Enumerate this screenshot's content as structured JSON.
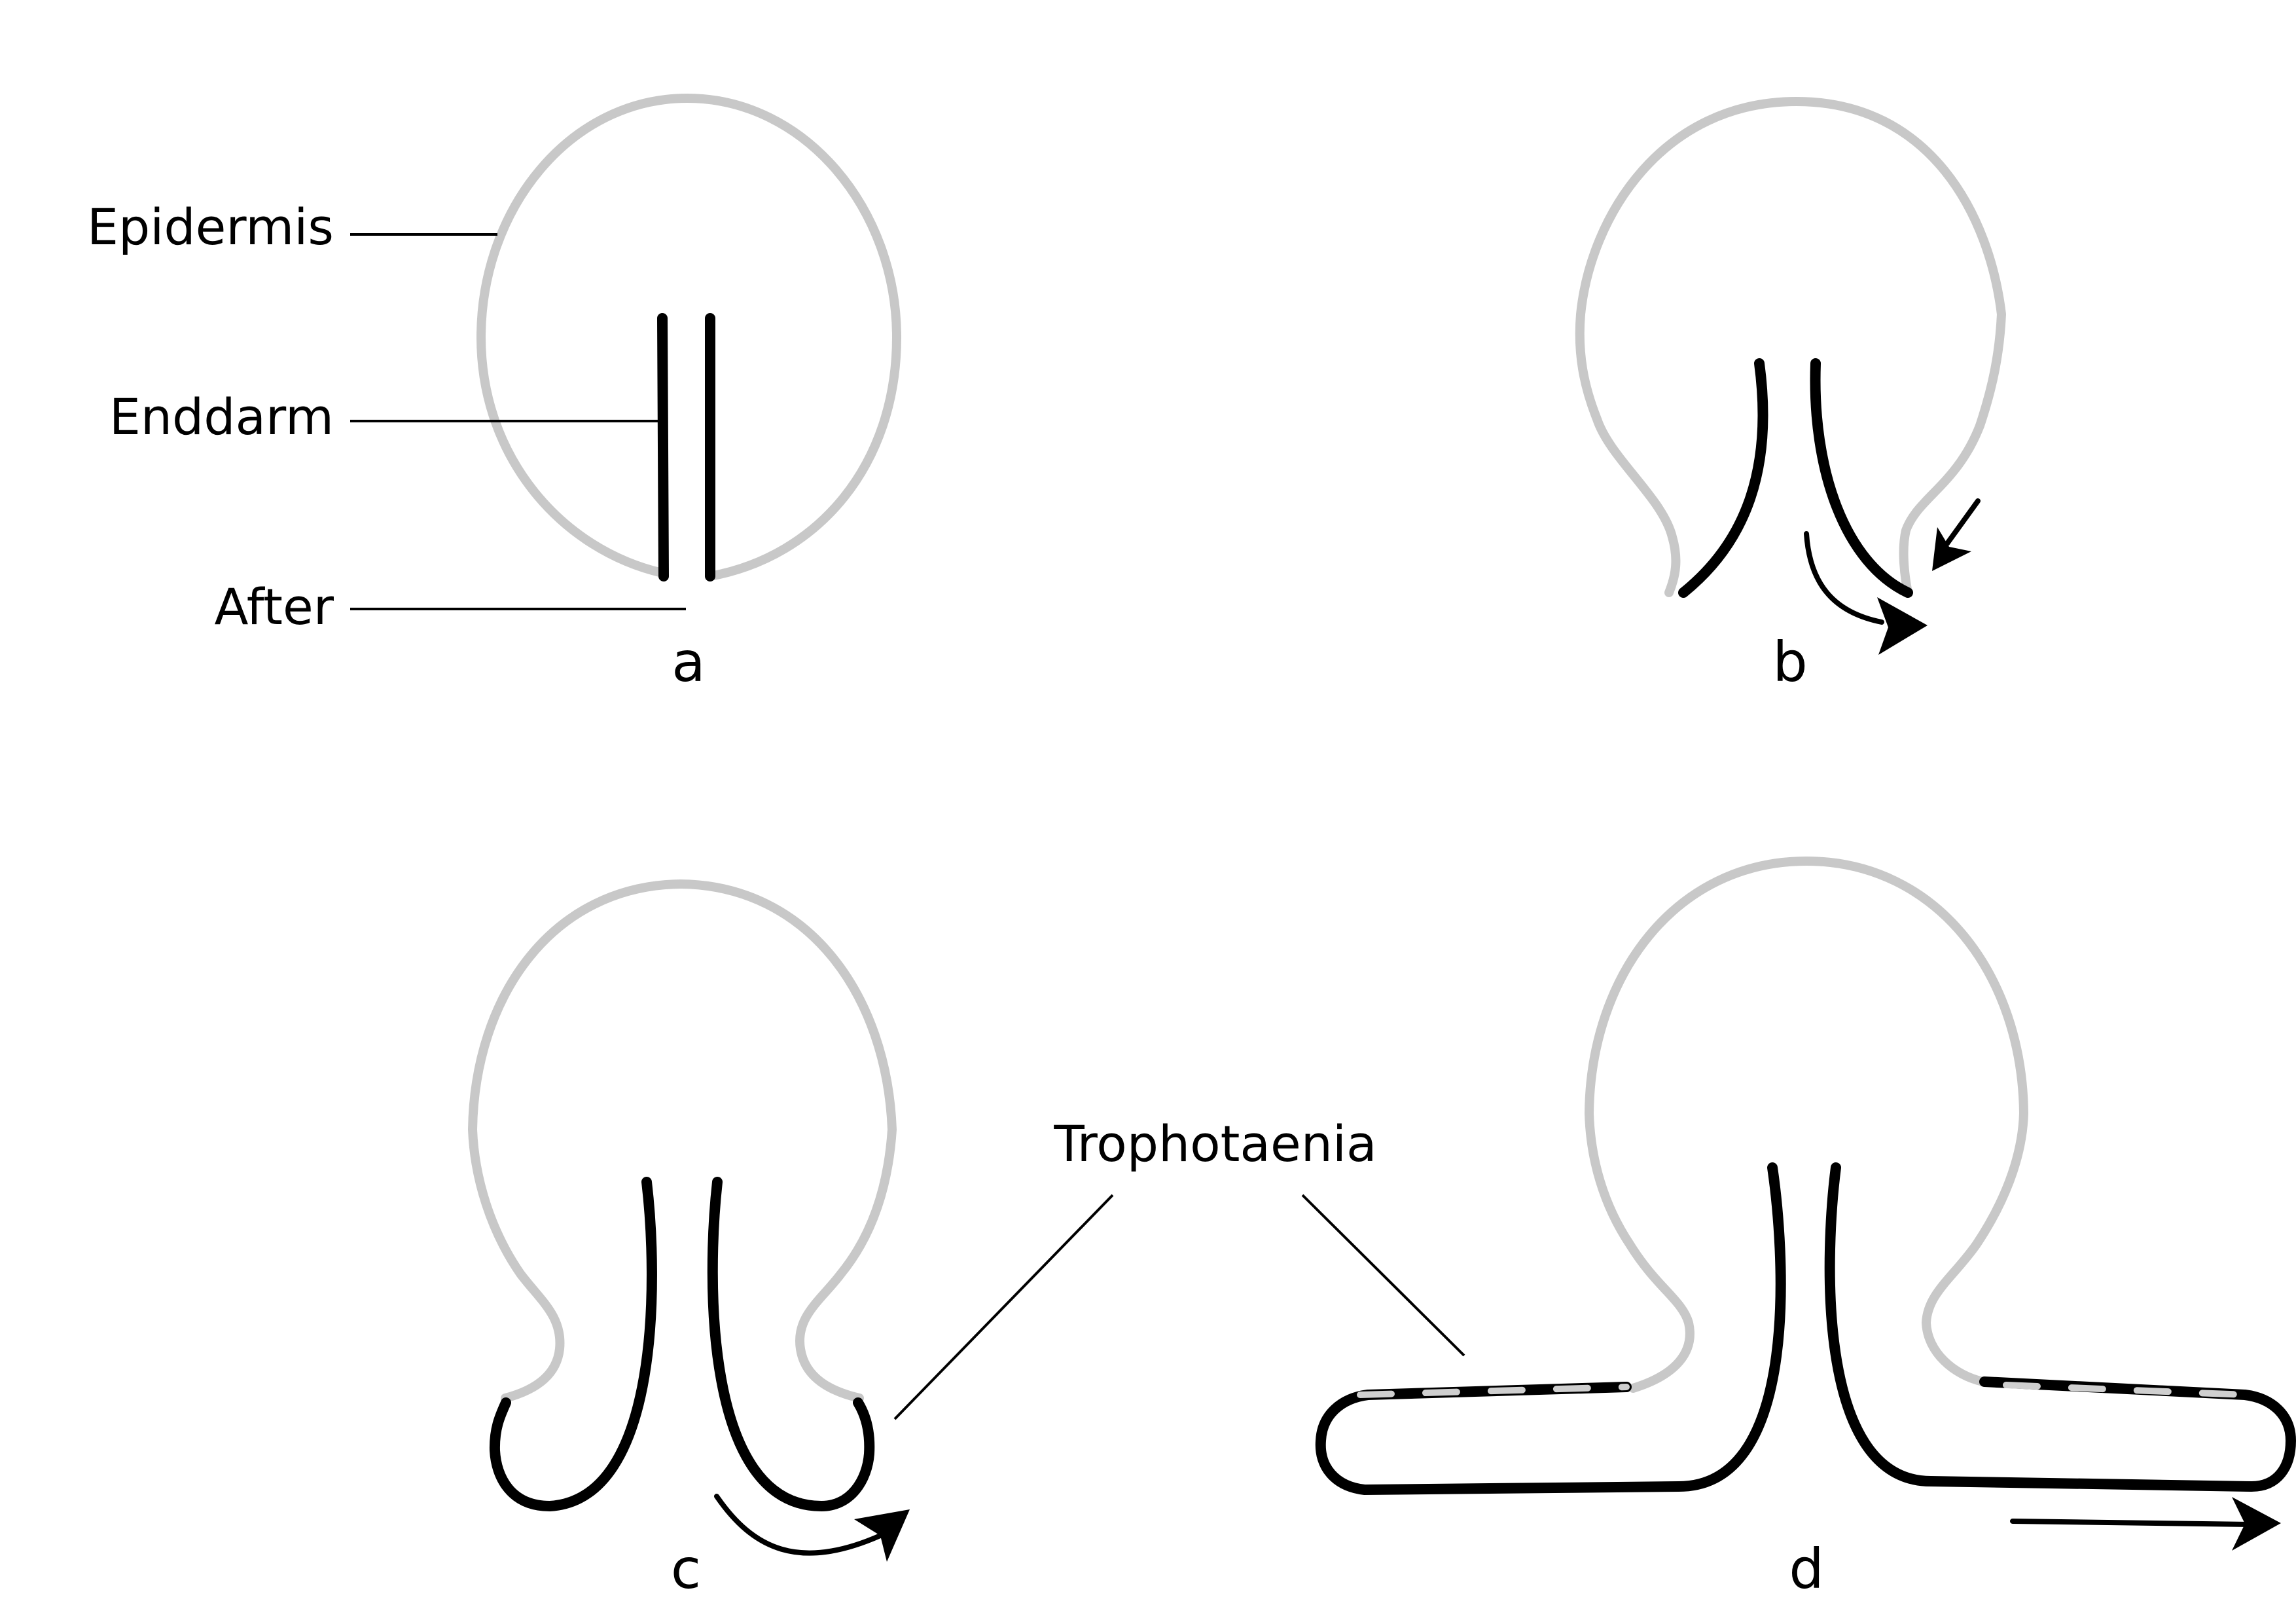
{
  "labels": {
    "epidermis": "Epidermis",
    "enddarm": "Enddarm",
    "after": "After",
    "trophotaenia": "Trophotaenia"
  },
  "panels": [
    "a",
    "b",
    "c",
    "d"
  ],
  "colors": {
    "epidermis": "#c8c8c8",
    "gut": "#000000",
    "background": "#ffffff"
  }
}
